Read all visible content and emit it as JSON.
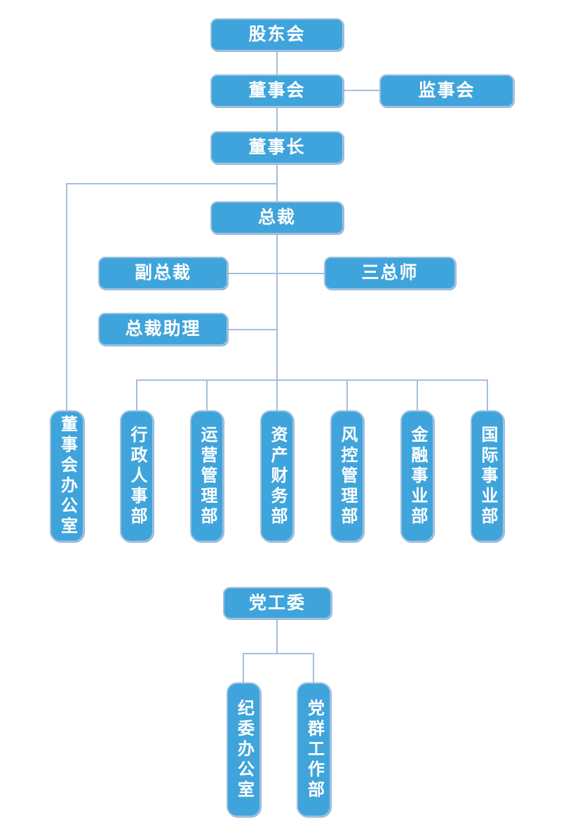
{
  "diagram": {
    "type": "org-chart",
    "background_color": "#ffffff",
    "node_fill_color": "#3fa4db",
    "node_border_color": "#a2c2df",
    "connector_color": "#a6bedb",
    "node_text_color": "#ffffff",
    "nodes": {
      "shareholders": "股东会",
      "board": "董事会",
      "supervisory": "监事会",
      "chairman": "董事长",
      "president": "总裁",
      "vice_president": "副总裁",
      "three_chiefs": "三总师",
      "president_assistant": "总裁助理",
      "board_office": "董事会办公室",
      "admin_hr": "行政人事部",
      "operations": "运营管理部",
      "asset_finance": "资产财务部",
      "risk_control": "风控管理部",
      "financial_business": "金融事业部",
      "international_business": "国际事业部",
      "party_committee": "党工委",
      "discipline_office": "纪委办公室",
      "party_mass_work": "党群工作部"
    },
    "edges": [
      {
        "from": "shareholders",
        "to": "board"
      },
      {
        "from": "board",
        "to": "supervisory",
        "style": "lateral"
      },
      {
        "from": "board",
        "to": "chairman"
      },
      {
        "from": "chairman",
        "to": "president"
      },
      {
        "from": "chairman",
        "to": "board_office"
      },
      {
        "from": "president",
        "to": "vice_president",
        "style": "lateral"
      },
      {
        "from": "president",
        "to": "three_chiefs",
        "style": "lateral"
      },
      {
        "from": "president",
        "to": "president_assistant",
        "style": "lateral"
      },
      {
        "from": "president",
        "to": "admin_hr"
      },
      {
        "from": "president",
        "to": "operations"
      },
      {
        "from": "president",
        "to": "asset_finance"
      },
      {
        "from": "president",
        "to": "risk_control"
      },
      {
        "from": "president",
        "to": "financial_business"
      },
      {
        "from": "president",
        "to": "international_business"
      },
      {
        "from": "party_committee",
        "to": "discipline_office"
      },
      {
        "from": "party_committee",
        "to": "party_mass_work"
      }
    ]
  }
}
